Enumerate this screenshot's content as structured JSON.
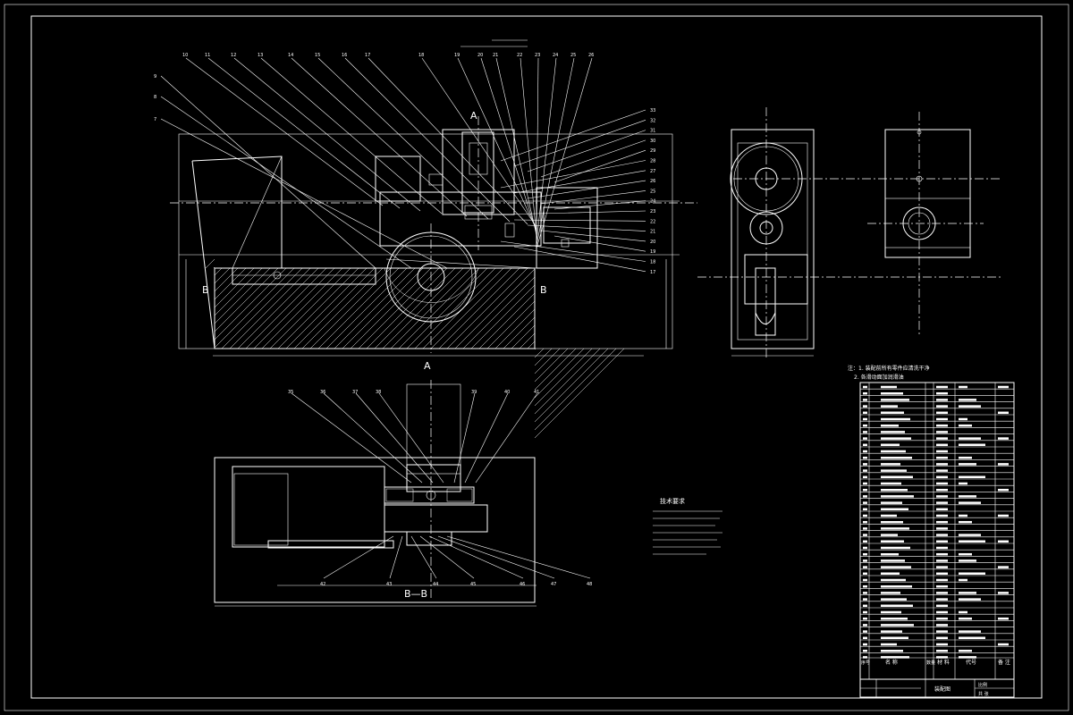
{
  "drawing": {
    "section_marks": {
      "a_top": "A",
      "a_bottom": "A",
      "b_left": "B",
      "b_right": "B",
      "section_title": "B—B"
    },
    "main_view_balloons": [
      "10",
      "11",
      "12",
      "13",
      "14",
      "15",
      "16",
      "17",
      "18",
      "19",
      "20",
      "21",
      "22",
      "23",
      "24",
      "25",
      "26"
    ],
    "left_balloons": [
      "9",
      "8",
      "7"
    ],
    "right_balloons": [
      "33",
      "32",
      "31",
      "30",
      "29",
      "28",
      "27",
      "26",
      "25",
      "24",
      "23",
      "22",
      "21",
      "20",
      "19",
      "18",
      "17"
    ],
    "section_balloons": [
      "35",
      "36",
      "37",
      "38",
      "39",
      "40",
      "41",
      "42",
      "43",
      "44",
      "45",
      "46",
      "47",
      "48"
    ],
    "tech_title": "技术要求",
    "notes_header": "注：1. 装配前所有零件应清洗干净",
    "notes_line2": "2. 各滑动面加润滑油",
    "bom_header": {
      "no": "序号",
      "name": "名 称",
      "qty": "数量",
      "material": "材 料",
      "code": "代号",
      "remark": "备 注"
    },
    "title_block": {
      "name": "装配图",
      "scale": "比例",
      "sheet": "共 张"
    }
  }
}
